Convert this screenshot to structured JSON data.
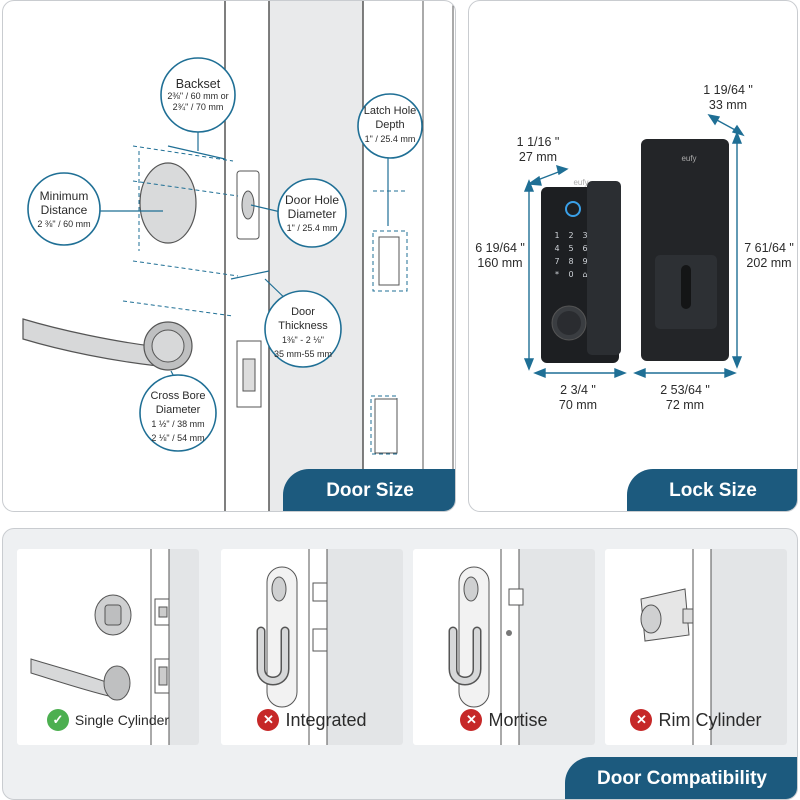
{
  "door_size": {
    "tab_label": "Door Size",
    "backset": {
      "title": "Backset",
      "line1": "2⅜\" / 60 mm or",
      "line2": "2¾\" / 70 mm"
    },
    "min_distance": {
      "title_1": "Minimum",
      "title_2": "Distance",
      "value": "2 ⅜\" / 60 mm"
    },
    "door_hole": {
      "title_1": "Door Hole",
      "title_2": "Diameter",
      "value": "1\" / 25.4 mm"
    },
    "latch_hole": {
      "title_1": "Latch Hole",
      "title_2": "Depth",
      "value": "1\" / 25.4 mm"
    },
    "door_thickness": {
      "title_1": "Door",
      "title_2": "Thickness",
      "value_1": "1⅜\" - 2 ⅛\"",
      "value_2": "35 mm-55 mm"
    },
    "cross_bore": {
      "title_1": "Cross Bore",
      "title_2": "Diameter",
      "value_1": "1 ½\" / 38 mm",
      "value_2": "2 ⅛\" / 54 mm"
    }
  },
  "lock_size": {
    "tab_label": "Lock  Size",
    "brand": "eufy",
    "top_depth": {
      "inch": "1 19/64 \"",
      "mm": "33 mm"
    },
    "front_depth": {
      "inch": "1 1/16 \"",
      "mm": "27 mm"
    },
    "front_height": {
      "inch": "6 19/64 \"",
      "mm": "160 mm"
    },
    "back_height": {
      "inch": "7 61/64 \"",
      "mm": "202 mm"
    },
    "front_width": {
      "inch": "2 3/4 \"",
      "mm": "70 mm"
    },
    "back_width": {
      "inch": "2 53/64 \"",
      "mm": "72 mm"
    },
    "keypad": [
      "1",
      "2",
      "3",
      "4",
      "5",
      "6",
      "7",
      "8",
      "9",
      "*",
      "0",
      "⌂"
    ]
  },
  "compatibility": {
    "tab_label": "Door Compatibility",
    "items": [
      {
        "label": "Single Cylinder",
        "status": "✓"
      },
      {
        "label": "Integrated",
        "status": "✕"
      },
      {
        "label": "Mortise",
        "status": "✕"
      },
      {
        "label": "Rim Cylinder",
        "status": "✕"
      }
    ]
  },
  "colors": {
    "accent": "#1c5a7e",
    "ok": "#4caf50",
    "no": "#c62828",
    "line": "#1f6f95"
  }
}
